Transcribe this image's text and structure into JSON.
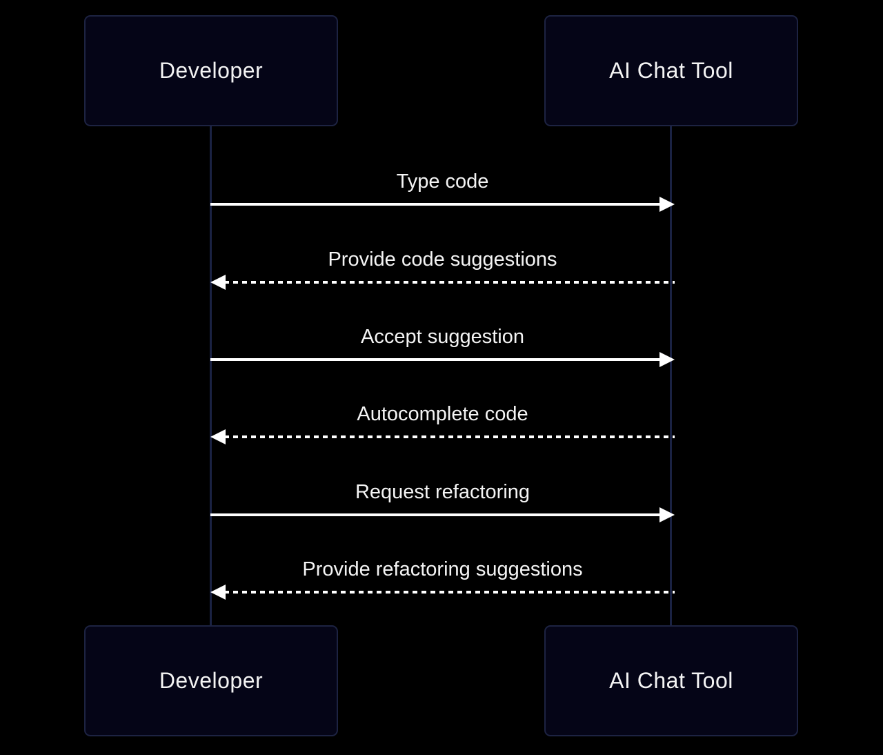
{
  "diagram": {
    "type": "sequence-diagram",
    "actors": [
      {
        "id": "developer",
        "label": "Developer"
      },
      {
        "id": "ai-chat-tool",
        "label": "AI Chat Tool"
      }
    ],
    "messages": [
      {
        "from": "developer",
        "to": "ai-chat-tool",
        "label": "Type code",
        "line_style": "solid"
      },
      {
        "from": "ai-chat-tool",
        "to": "developer",
        "label": "Provide code suggestions",
        "line_style": "dashed"
      },
      {
        "from": "developer",
        "to": "ai-chat-tool",
        "label": "Accept suggestion",
        "line_style": "solid"
      },
      {
        "from": "ai-chat-tool",
        "to": "developer",
        "label": "Autocomplete code",
        "line_style": "dashed"
      },
      {
        "from": "developer",
        "to": "ai-chat-tool",
        "label": "Request refactoring",
        "line_style": "solid"
      },
      {
        "from": "ai-chat-tool",
        "to": "developer",
        "label": "Provide refactoring suggestions",
        "line_style": "dashed"
      }
    ],
    "colors": {
      "background": "#000000",
      "actor_fill": "#050517",
      "actor_border": "#1d2342",
      "lifeline": "#1a2243",
      "text": "#f4f4f4",
      "arrow": "#ffffff"
    }
  }
}
